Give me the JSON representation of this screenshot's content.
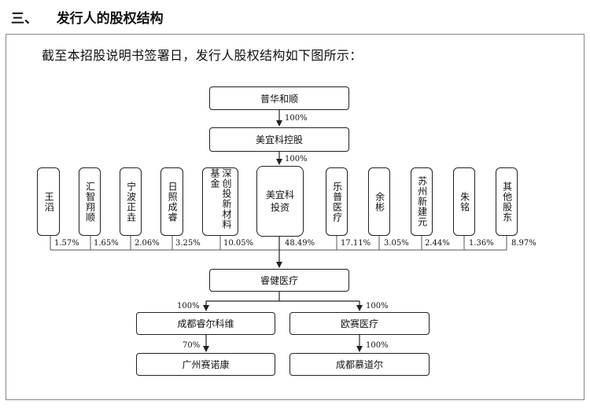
{
  "section": {
    "number": "三、",
    "title": "发行人的股权结构"
  },
  "intro": "截至本招股说明书签署日，发行人股权结构如下图所示：",
  "nodes": {
    "puhua": "普华和顺",
    "meiyi_kekong": "美宜科控股",
    "wangtao": "王滔",
    "huizhi": "汇智翔顺",
    "ningbo": "宁波正垚",
    "rizhao": "日照成睿",
    "shenchuang": "深创投新材料基金",
    "meiyi_touzi": "美宜科投资",
    "lepu": "乐普医疗",
    "yubin": "余彬",
    "suzhou": "苏州新建元",
    "zhuming": "朱铭",
    "others": "其他股东",
    "ruijian": "睿健医疗",
    "chengdu_ruier": "成都睿尔科维",
    "ousai": "欧赛医疗",
    "guangzhou": "广州赛诺康",
    "chengdu_mudao": "成都慕道尔"
  },
  "percentages": {
    "puhua_to_kekong": "100%",
    "kekong_to_touzi": "100%",
    "wangtao": "1.57%",
    "huizhi": "1.65%",
    "ningbo": "2.06%",
    "rizhao": "3.25%",
    "shenchuang": "10.05%",
    "meiyi_touzi": "48.49%",
    "lepu": "17.11%",
    "yubin": "3.05%",
    "suzhou": "2.44%",
    "zhuming": "1.36%",
    "others": "8.97%",
    "ruijian_to_chengdu_ruier": "100%",
    "ruijian_to_ousai": "100%",
    "chengdu_ruier_to_guangzhou": "70%",
    "ousai_to_chengdu_mudao": "100%"
  }
}
